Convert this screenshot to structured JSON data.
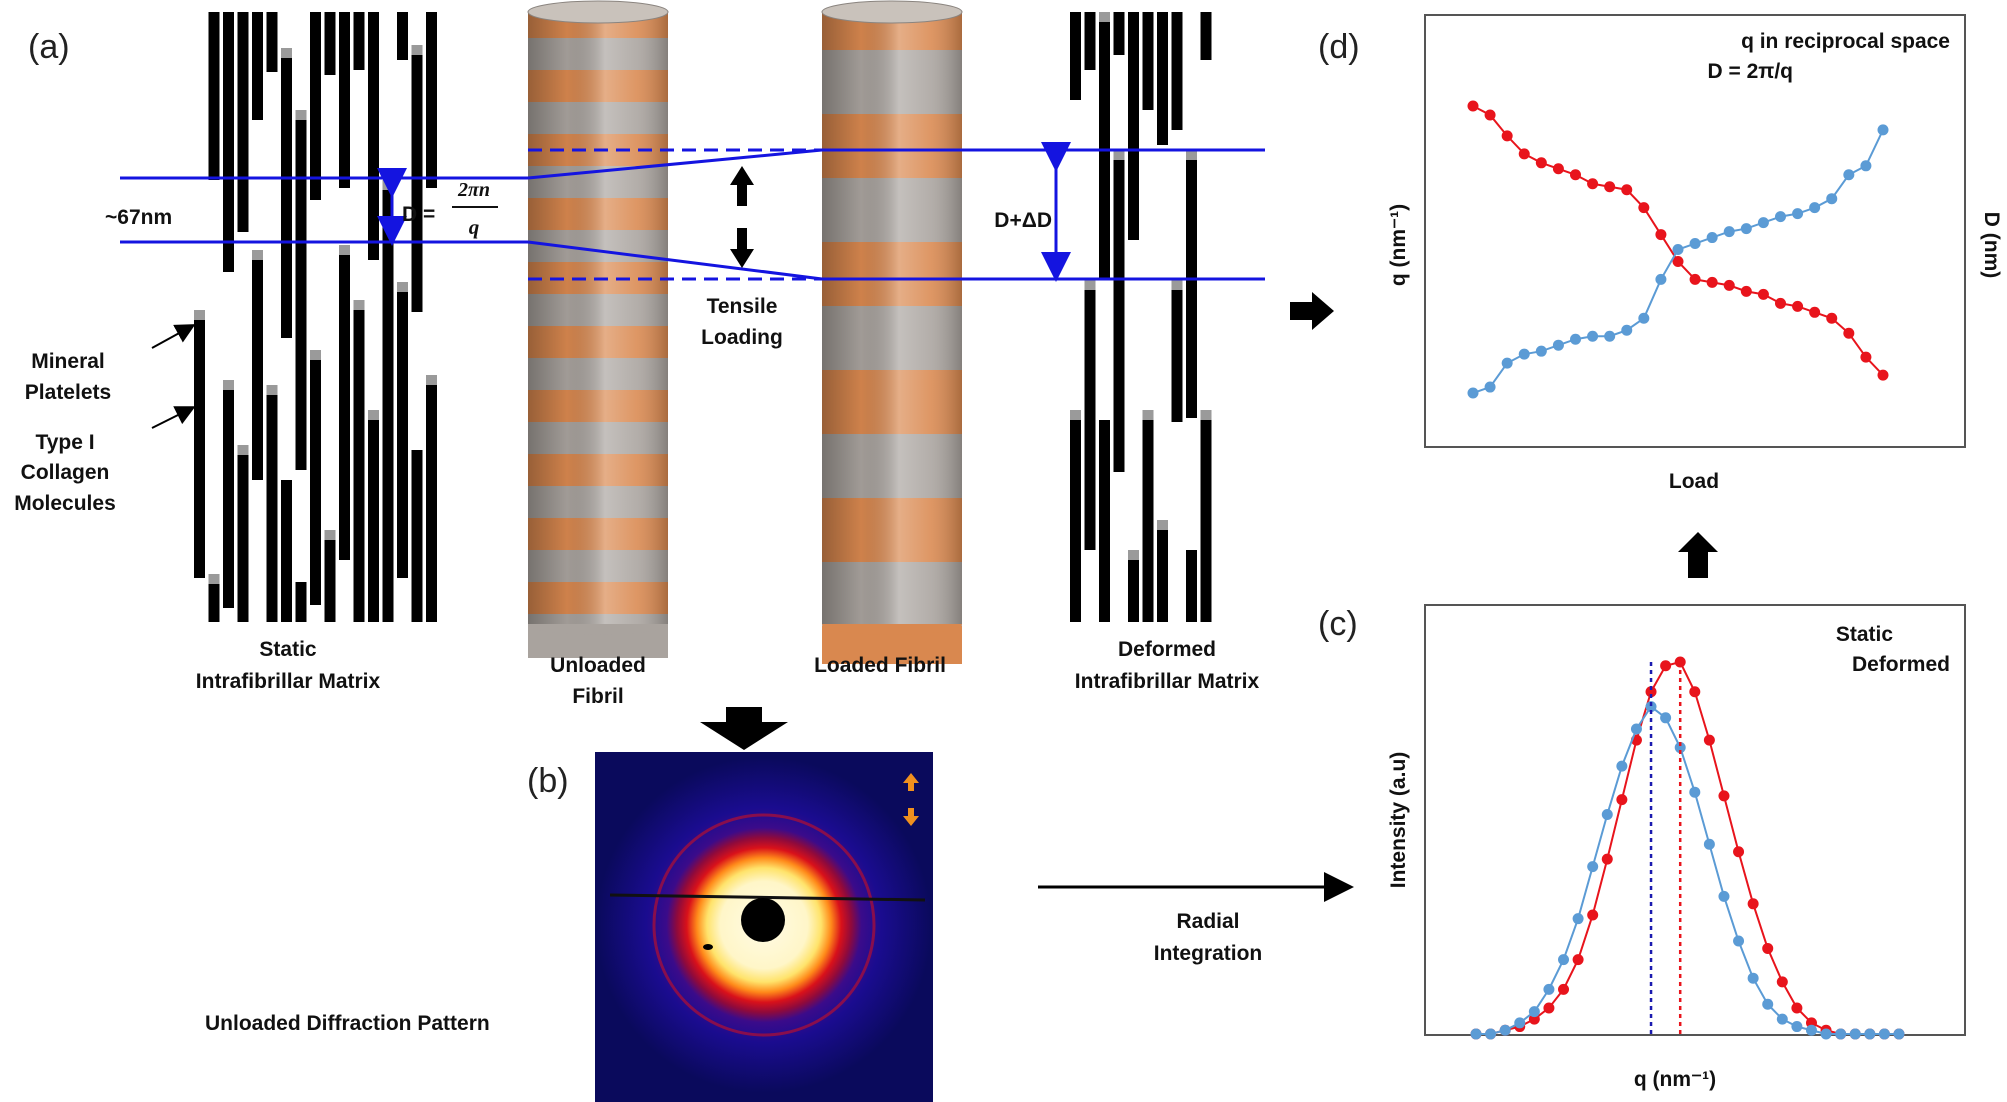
{
  "panels": {
    "a": "(a)",
    "b": "(b)",
    "c": "(c)",
    "d": "(d)"
  },
  "labels": {
    "approx_period": "~67nm",
    "d_prefix": "D =",
    "d_num": "2πn",
    "d_den": "q",
    "mineral_platelets": [
      "Mineral",
      "Platelets"
    ],
    "collagen": [
      "Type I",
      "Collagen",
      "Molecules"
    ],
    "static_matrix": [
      "Static",
      "Intrafibrillar Matrix"
    ],
    "unloaded_fibril": [
      "Unloaded",
      "Fibril"
    ],
    "tensile_loading": [
      "Tensile",
      "Loading"
    ],
    "loaded_fibril": "Loaded Fibril",
    "d_plus": "D+ΔD",
    "deformed_matrix": [
      "Deformed",
      "Intrafibrillar Matrix"
    ],
    "unloaded_diffraction": "Unloaded Diffraction Pattern",
    "radial_integration": [
      "Radial",
      "Integration"
    ]
  },
  "colors": {
    "static": "#e8141c",
    "deformed": "#5b9bd5",
    "blue_line": "#1414e0",
    "copper": "#d9884f",
    "silver": "#a9a39e"
  },
  "icons": {
    "arrow": "black-arrow-icon",
    "double_arrow": "double-arrow-icon",
    "detector_arrow": "orange-double-arrow-icon"
  },
  "chart_data": [
    {
      "type": "line",
      "panel": "(c)",
      "xlabel": "q (nm⁻¹)",
      "ylabel": "Intensity (a.u)",
      "legend": [
        "Static",
        "Deformed"
      ],
      "legend_position": "top-right",
      "grid": false,
      "x": [
        0,
        1,
        2,
        3,
        4,
        5,
        6,
        7,
        8,
        9,
        10,
        11,
        12,
        13,
        14,
        15,
        16,
        17,
        18,
        19,
        20,
        21,
        22,
        23,
        24,
        25,
        26,
        27,
        28,
        29
      ],
      "series": [
        {
          "name": "Static",
          "values": [
            0,
            0,
            0.01,
            0.02,
            0.04,
            0.07,
            0.12,
            0.2,
            0.32,
            0.47,
            0.63,
            0.79,
            0.92,
            0.99,
            1.0,
            0.92,
            0.79,
            0.64,
            0.49,
            0.35,
            0.23,
            0.14,
            0.07,
            0.03,
            0.01,
            0,
            0,
            0,
            0,
            0
          ]
        },
        {
          "name": "Deformed",
          "values": [
            0,
            0,
            0.01,
            0.03,
            0.06,
            0.12,
            0.2,
            0.31,
            0.45,
            0.59,
            0.72,
            0.82,
            0.88,
            0.85,
            0.77,
            0.65,
            0.51,
            0.37,
            0.25,
            0.15,
            0.08,
            0.04,
            0.02,
            0.01,
            0,
            0,
            0,
            0,
            0,
            0
          ]
        }
      ],
      "peak_markers": [
        {
          "series": "Static",
          "x": 14
        },
        {
          "series": "Deformed",
          "x": 12
        }
      ]
    },
    {
      "type": "line",
      "panel": "(d)",
      "xlabel": "Load",
      "ylabel": "q (nm⁻¹)",
      "y2label": "D (nm)",
      "legend": [
        "q in reciprocal space",
        "D = 2π/q"
      ],
      "legend_position": "top-right",
      "grid": false,
      "x": [
        0,
        1,
        2,
        3,
        4,
        5,
        6,
        7,
        8,
        9,
        10,
        11,
        12,
        13,
        14,
        15,
        16,
        17,
        18,
        19,
        20,
        21,
        22,
        23,
        24
      ],
      "series": [
        {
          "name": "q in reciprocal space",
          "values": [
            1.0,
            0.97,
            0.9,
            0.84,
            0.81,
            0.79,
            0.77,
            0.74,
            0.73,
            0.72,
            0.66,
            0.57,
            0.48,
            0.42,
            0.41,
            0.4,
            0.38,
            0.37,
            0.34,
            0.33,
            0.31,
            0.29,
            0.24,
            0.16,
            0.1
          ]
        },
        {
          "name": "D = 2π/q",
          "values": [
            0.04,
            0.06,
            0.14,
            0.17,
            0.18,
            0.2,
            0.22,
            0.23,
            0.23,
            0.25,
            0.29,
            0.42,
            0.52,
            0.54,
            0.56,
            0.58,
            0.59,
            0.61,
            0.63,
            0.64,
            0.66,
            0.69,
            0.77,
            0.8,
            0.92
          ]
        }
      ]
    }
  ]
}
